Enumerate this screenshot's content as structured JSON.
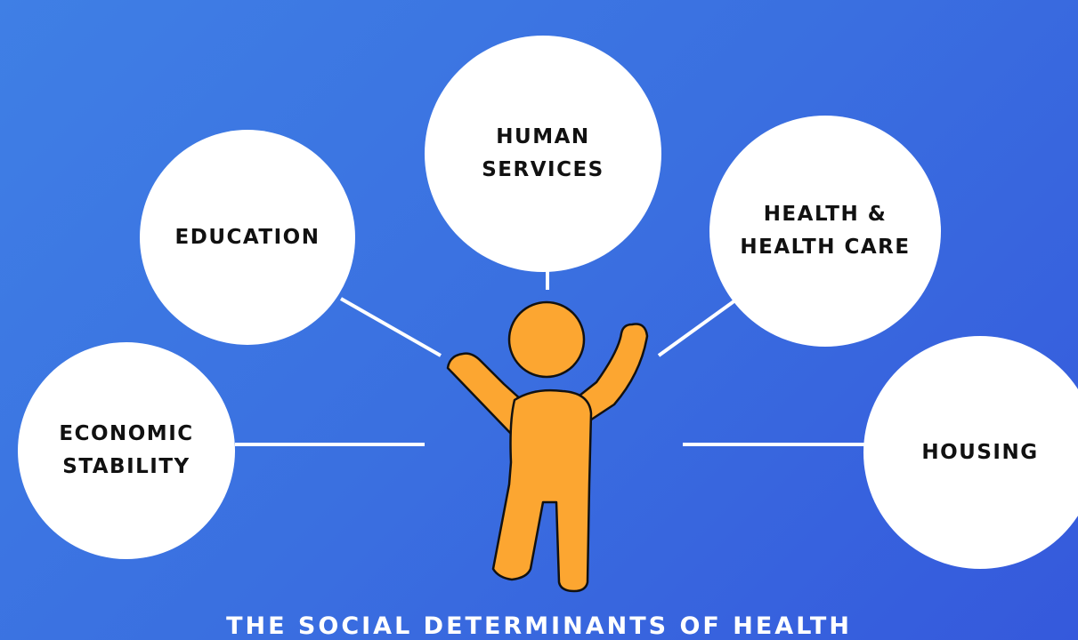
{
  "determinants": {
    "economic_stability": "ECONOMIC\nSTABILITY",
    "education": "EDUCATION",
    "human_services": "HUMAN\nSERVICES",
    "health_care": "HEALTH &\nHEALTH CARE",
    "housing": "HOUSING"
  },
  "title": "THE SOCIAL DETERMINANTS OF HEALTH",
  "colors": {
    "background": "#3a6fe0",
    "circle": "#ffffff",
    "person": "#fca631",
    "connector": "#ffffff"
  },
  "icons": {
    "center": "person-icon"
  }
}
